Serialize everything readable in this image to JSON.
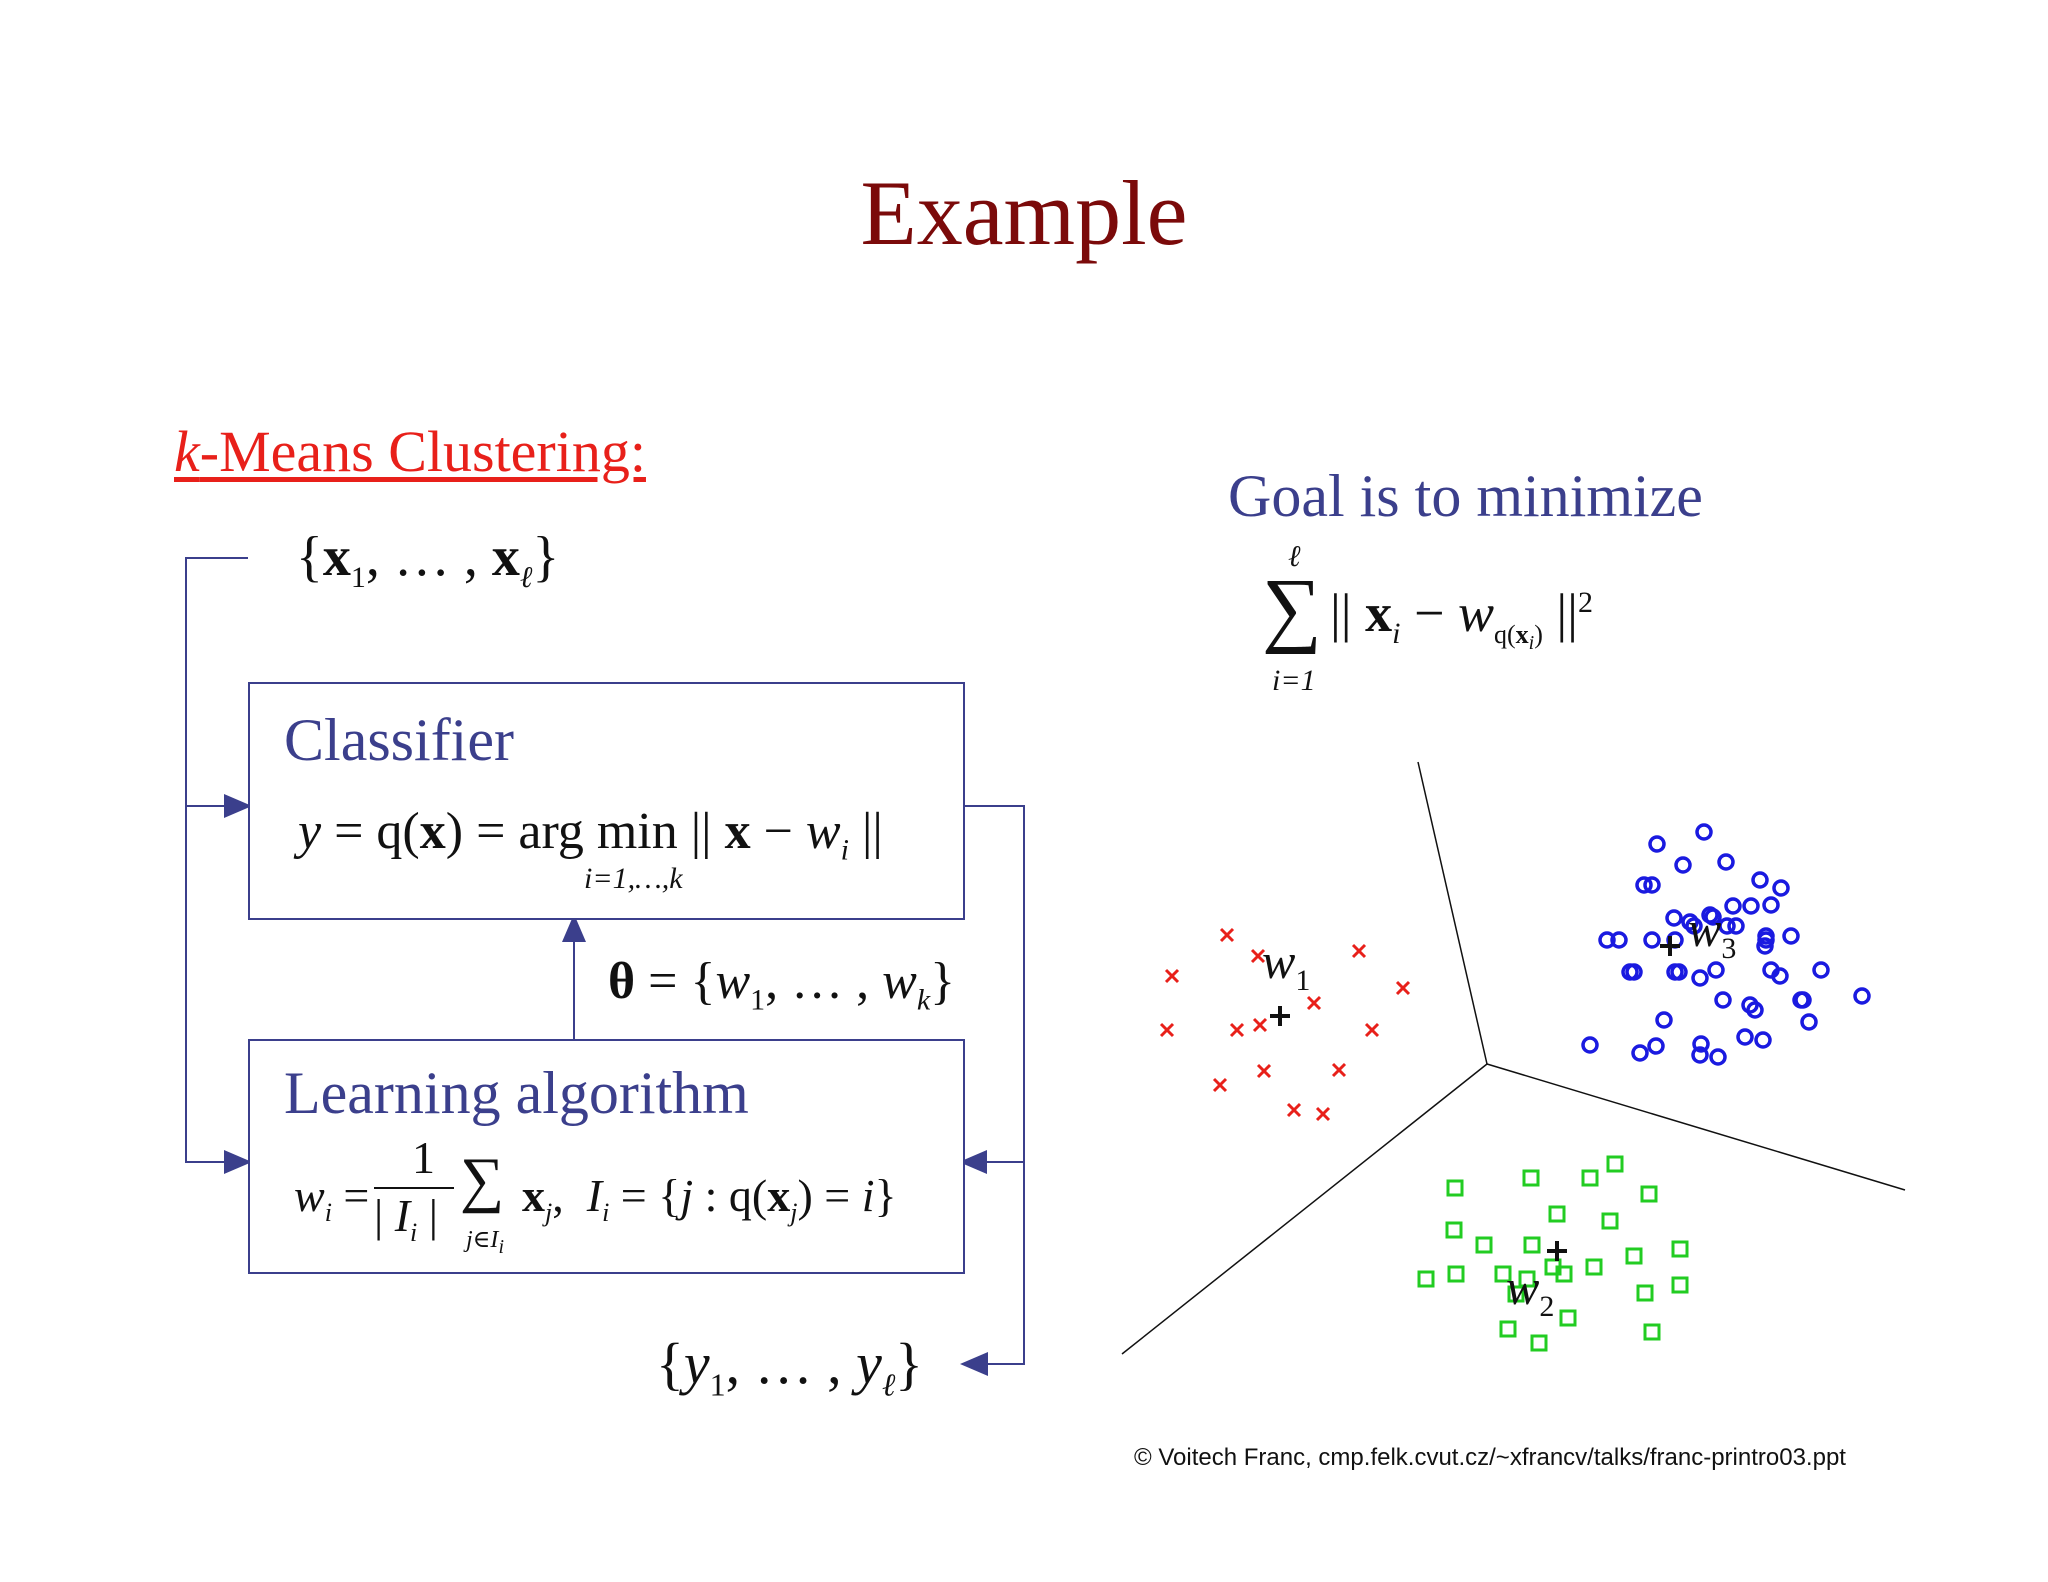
{
  "slide": {
    "title": "Example",
    "subtitle_k": "k",
    "subtitle_rest": "-Means Clustering:",
    "goal_text": "Goal is to minimize",
    "footer": "© Voitech Franc, cmp.felk.cvut.cz/~xfrancv/talks/franc-printro03.ppt"
  },
  "diagram": {
    "input_set": "{x1, …, xℓ}",
    "output_set": "{y1, …, yℓ}",
    "classifier": {
      "label": "Classifier",
      "formula": "y = q(x) = arg min || x − wi ||",
      "formula_subscript": "i=1,…,k"
    },
    "theta": "θ = {w1, …, wk}",
    "learning": {
      "label": "Learning algorithm",
      "formula": "wi = 1/|Ii| Σ xj,  Ii = {j : q(xj) = i}"
    },
    "objective": "Σ_{i=1}^{ℓ} || xi − wq(xi) ||²"
  },
  "scatter": {
    "cluster_labels": [
      "w1",
      "w2",
      "w3"
    ],
    "clusters": [
      {
        "name": "w1",
        "marker": "x",
        "color": "#e8201a"
      },
      {
        "name": "w2",
        "marker": "square",
        "color": "#22cc22"
      },
      {
        "name": "w3",
        "marker": "circle",
        "color": "#1a1ae0"
      }
    ]
  }
}
